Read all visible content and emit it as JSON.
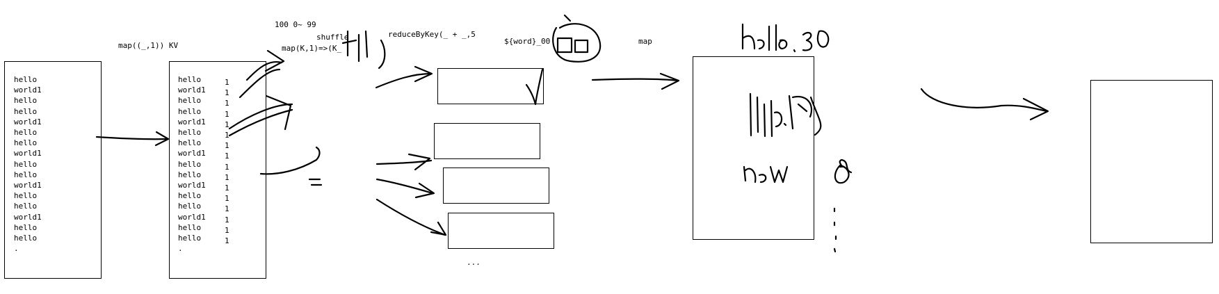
{
  "labels": {
    "map_kv": "map((_,1)) KV",
    "range": "100 0~ 99",
    "shuffle": "shuffle",
    "map_k1": "map(K,1)=>(K_",
    "reduce": "reduceByKey(_ + _,5",
    "word": "${word}_00",
    "map": "map",
    "ellipsis": "..."
  },
  "source_words": [
    "hello",
    "world1",
    "hello",
    "hello",
    "world1",
    "hello",
    "hello",
    "world1",
    "hello",
    "hello",
    "world1",
    "hello",
    "hello",
    "world1",
    "hello",
    "hello",
    "."
  ],
  "mapped_words": [
    "hello",
    "world1",
    "hello",
    "hello",
    "world1",
    "hello",
    "hello",
    "world1",
    "hello",
    "hello",
    "world1",
    "hello",
    "hello",
    "world1",
    "hello",
    "hello",
    "."
  ],
  "mapped_counts": [
    "1",
    "1",
    "1",
    "1",
    "1",
    "1",
    "1",
    "1",
    "1",
    "1",
    "1",
    "1",
    "1",
    "1",
    "1",
    "1"
  ]
}
